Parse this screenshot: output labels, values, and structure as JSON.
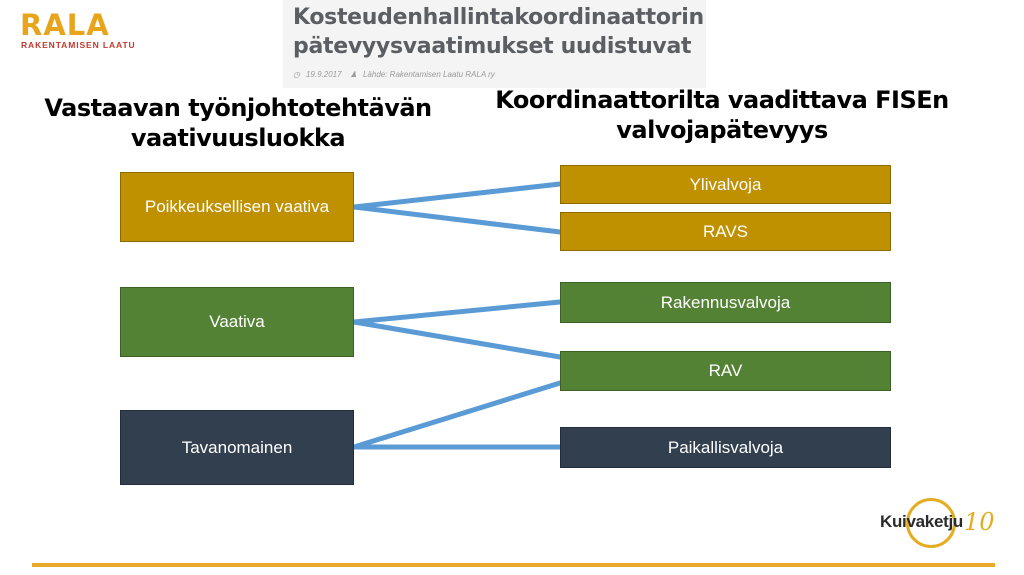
{
  "logo": {
    "name": "RALA",
    "subtitle": "RAKENTAMISEN LAATU"
  },
  "article": {
    "title": "Kosteudenhallintakoordinaattorin pätevyysvaatimukset uudistuvat",
    "date": "19.9.2017",
    "source": "Lähde: Rakentamisen Laatu RALA ry"
  },
  "headings": {
    "left": "Vastaavan työnjohtotehtävän vaativuusluokka",
    "right": "Koordinaattorilta vaadittava FISEn valvojapätevyys"
  },
  "left_boxes": [
    {
      "label": "Poikkeuksellisen vaativa",
      "color": "#bf9000"
    },
    {
      "label": "Vaativa",
      "color": "#548235"
    },
    {
      "label": "Tavanomainen",
      "color": "#323f4f"
    }
  ],
  "right_boxes": [
    {
      "label": "Ylivalvoja",
      "color": "#bf9000"
    },
    {
      "label": "RAVS",
      "color": "#bf9000"
    },
    {
      "label": "Rakennusvalvoja",
      "color": "#548235"
    },
    {
      "label": "RAV",
      "color": "#548235"
    },
    {
      "label": "Paikallisvalvoja",
      "color": "#323f4f"
    }
  ],
  "connections": [
    [
      "Poikkeuksellisen vaativa",
      "Ylivalvoja"
    ],
    [
      "Poikkeuksellisen vaativa",
      "RAVS"
    ],
    [
      "Vaativa",
      "Rakennusvalvoja"
    ],
    [
      "Vaativa",
      "RAV"
    ],
    [
      "Tavanomainen",
      "RAV"
    ],
    [
      "Tavanomainen",
      "Paikallisvalvoja"
    ]
  ],
  "connector_color": "#5b9bd5",
  "footer_logo": {
    "text": "Kuivaketju",
    "number": "10"
  },
  "accent": "#e8a82a"
}
